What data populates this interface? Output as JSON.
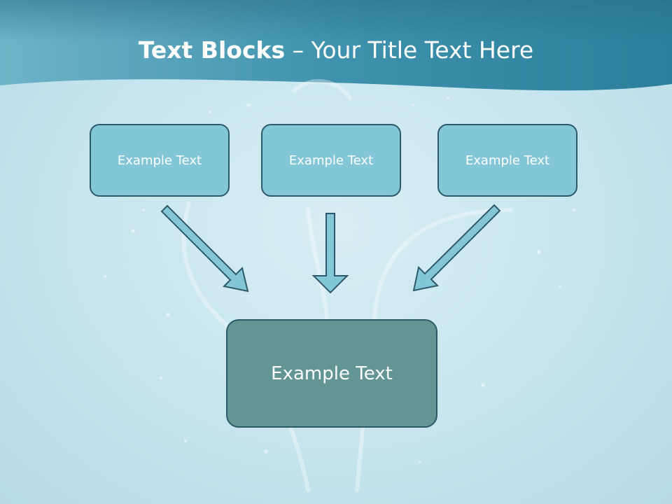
{
  "title": {
    "bold": "Text Blocks",
    "dash": " – ",
    "rest": "Your Title Text Here"
  },
  "boxes": {
    "top": [
      "Example Text",
      "Example Text",
      "Example Text"
    ],
    "bottom": "Example Text"
  },
  "colors": {
    "header": "#3b8fa9",
    "small_box_fill": "#82c6d8",
    "big_box_fill": "#629593",
    "box_border": "#2d5a6b",
    "arrow_fill": "#82c6d8"
  }
}
